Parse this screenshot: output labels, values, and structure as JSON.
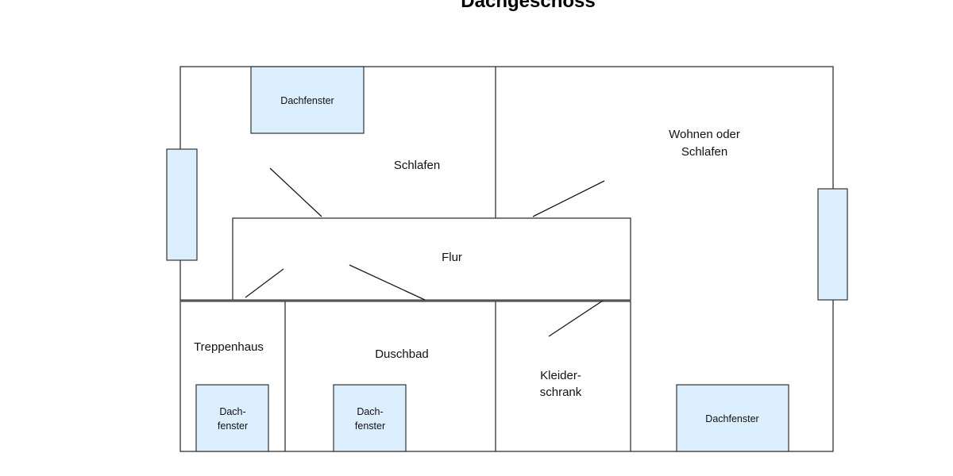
{
  "title": "Dachgeschoss",
  "rooms": {
    "schlafen": "Schlafen",
    "wohnen_line1": "Wohnen oder",
    "wohnen_line2": "Schlafen",
    "flur": "Flur",
    "treppenhaus": "Treppenhaus",
    "duschbad": "Duschbad",
    "kleider_line1": "Kleider-",
    "kleider_line2": "schrank"
  },
  "windows": {
    "top": "Dachfenster",
    "treppenhaus_line1": "Dach-",
    "treppenhaus_line2": "fenster",
    "duschbad_line1": "Dach-",
    "duschbad_line2": "fenster",
    "bottom_right": "Dachfenster"
  },
  "colors": {
    "window_fill": "#dcefff",
    "wall": "#333333"
  }
}
